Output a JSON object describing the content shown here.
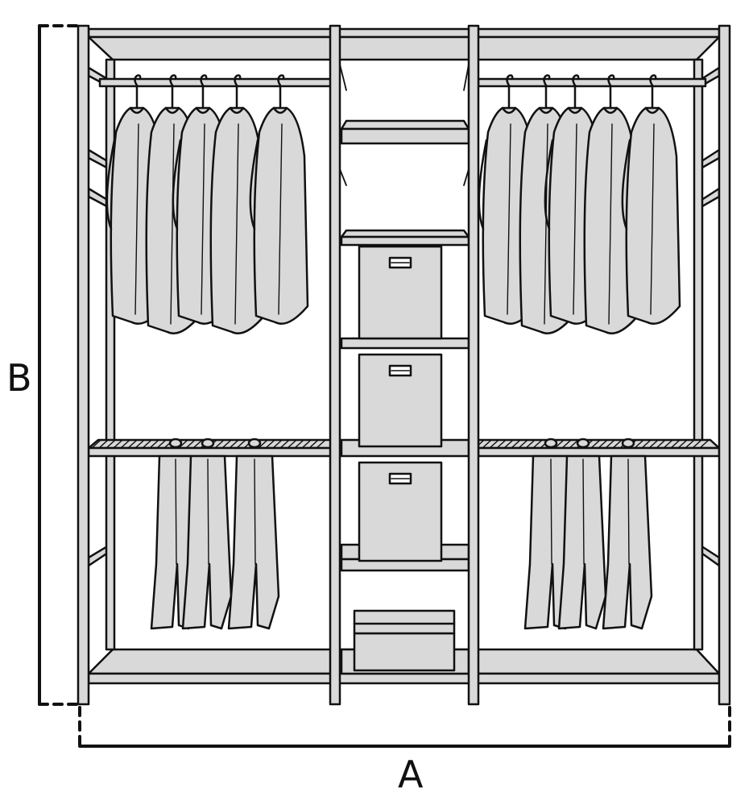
{
  "dimensions": {
    "width_label": "A",
    "height_label": "B"
  },
  "colors": {
    "fill": "#d9d9d9",
    "stroke": "#111111",
    "background": "#ffffff"
  },
  "wardrobe": {
    "sections": [
      "left-hanging",
      "center-shelves",
      "right-hanging"
    ],
    "left_upper_garments": 5,
    "right_upper_garments": 5,
    "left_lower_garments": 3,
    "right_lower_garments": 3,
    "storage_boxes": 3,
    "lidded_boxes": 1
  }
}
